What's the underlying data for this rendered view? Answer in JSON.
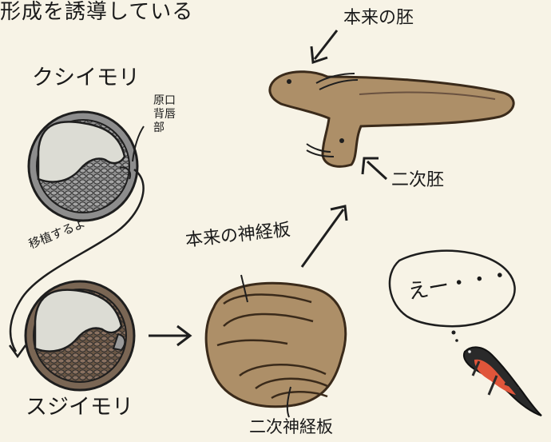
{
  "title": "形成を誘導している",
  "species": {
    "donor": "クシイモリ",
    "host": "スジイモリ"
  },
  "labels": {
    "organizer": "原口背唇部",
    "transplant": "移植するよ",
    "original_embryo": "本来の胚",
    "secondary_embryo": "二次胚",
    "original_neural_plate": "本来の神経板",
    "secondary_neural_plate": "二次神経板"
  },
  "bubble": "えー・・・",
  "colors": {
    "background": "#f7f3e6",
    "embryo_brown": "#ad8f68",
    "newt_orange": "#e0553a"
  }
}
